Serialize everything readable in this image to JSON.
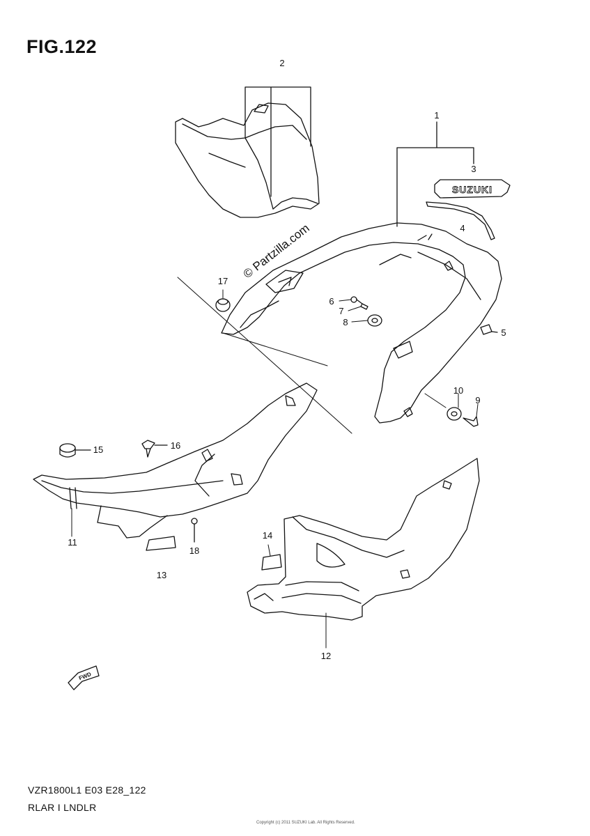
{
  "figure": {
    "title": "FIG.122",
    "code": "VZR1800L1 E03 E28_122",
    "name": "RLAR I LNDLR"
  },
  "watermark": "© Partzilla.com",
  "brand_text": "SUZUKI",
  "fwd_label": "FWD",
  "copyright_tiny": "Copyright (c) 2011 SUZUKI Lab. All Rights Reserved.",
  "callouts": {
    "c1": "1",
    "c2": "2",
    "c3": "3",
    "c4": "4",
    "c5": "5",
    "c6": "6",
    "c7": "7",
    "c8": "8",
    "c9": "9",
    "c10": "10",
    "c11": "11",
    "c12": "12",
    "c13": "13",
    "c14": "14",
    "c15": "15",
    "c16": "16",
    "c17": "17",
    "c18": "18"
  }
}
